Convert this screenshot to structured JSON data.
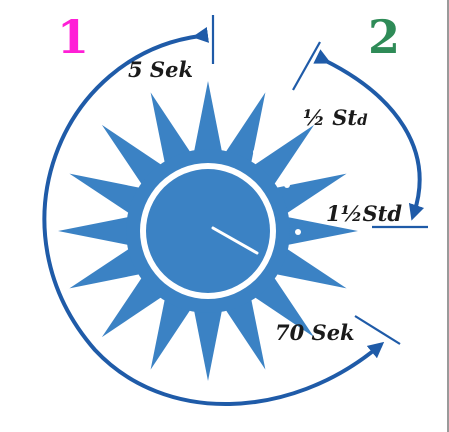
{
  "steps": [
    {
      "number": "1",
      "color": "#ff1fd6"
    },
    {
      "number": "2",
      "color": "#2e8b57"
    }
  ],
  "labels": {
    "sec5": "5 Sek",
    "half_hour": "½ St",
    "half_hour_sub": "d",
    "one_half_hour": "1½Std",
    "sec70": "70 Sek"
  },
  "colors": {
    "dial": "#3b82c4",
    "dial_dark": "#2f6fae",
    "arrow": "#1f5ba8",
    "marker": "#1f5ba8"
  }
}
